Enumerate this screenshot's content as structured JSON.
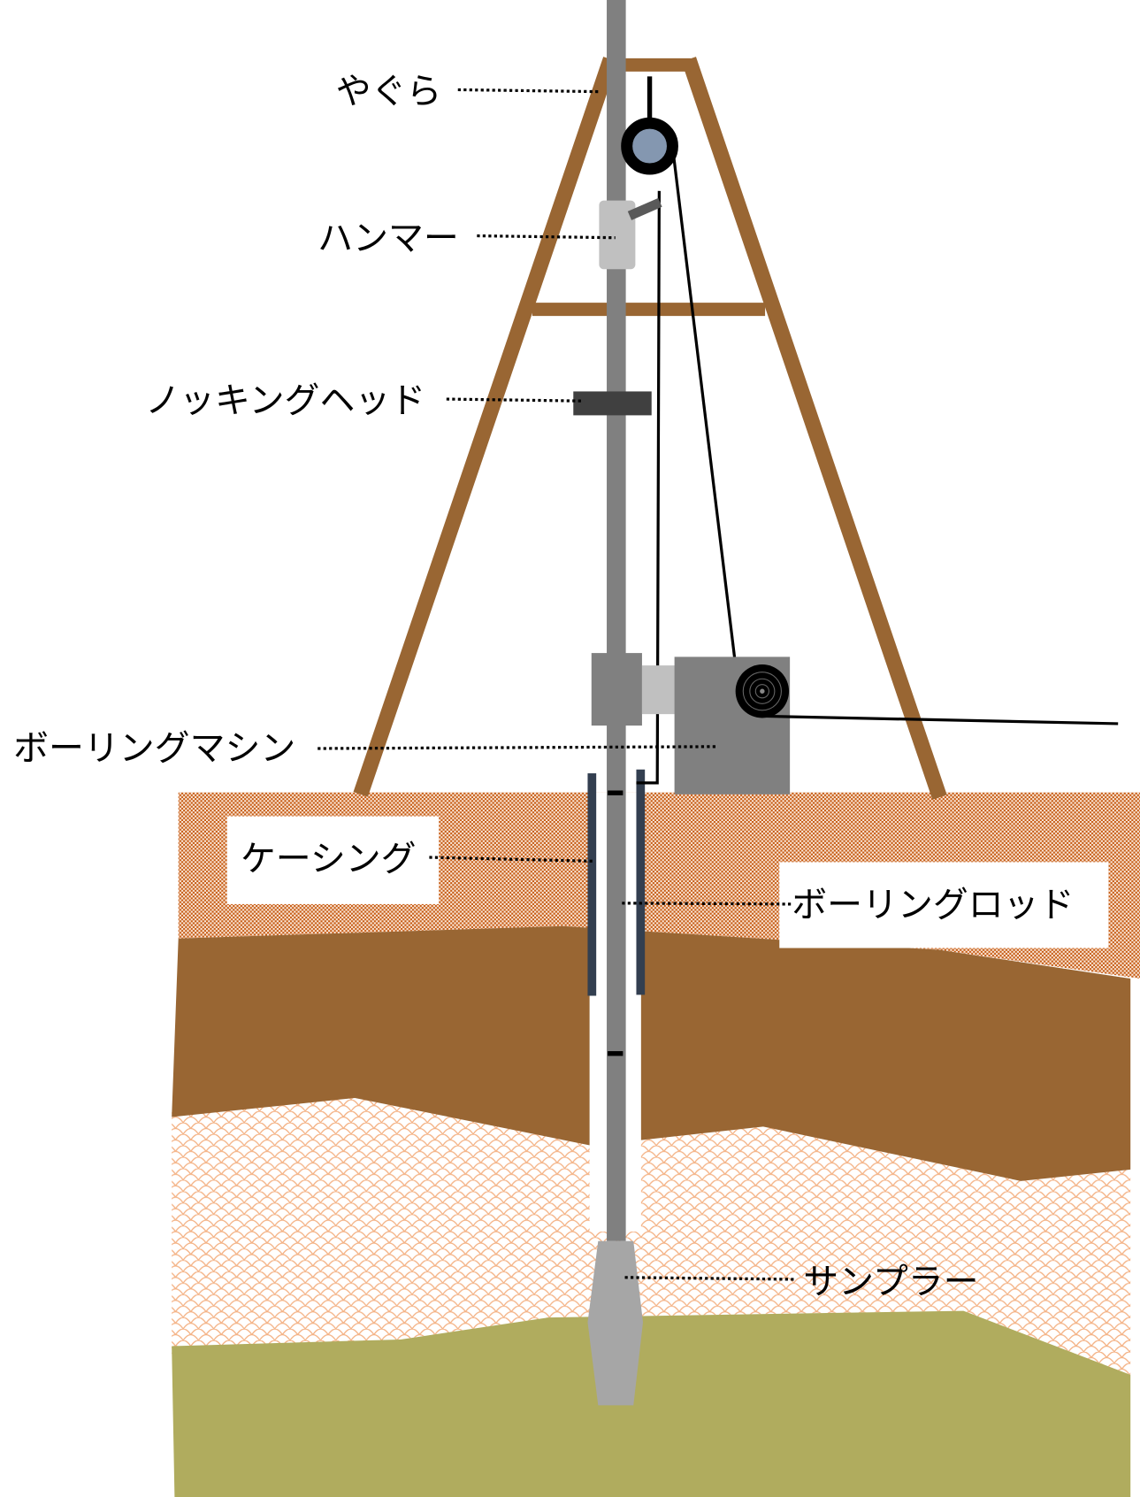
{
  "title": "ボーリング調査 (標準貫入試験) 装置図",
  "labels": {
    "yagura": "やぐら",
    "hammer": "ハンマー",
    "knocking_head": "ノッキングヘッド",
    "boring_machine": "ボーリングマシン",
    "casing": "ケーシング",
    "boring_rod": "ボーリングロッド",
    "sampler": "サンプラー"
  },
  "colors": {
    "tower": "#996633",
    "rod": "#808080",
    "casing": "#333f50",
    "clay": "#996633",
    "topsoil": "#c55a11",
    "sand": "#f4b183",
    "bedrock": "#b0ac5e",
    "pulley": "#8497b0"
  }
}
